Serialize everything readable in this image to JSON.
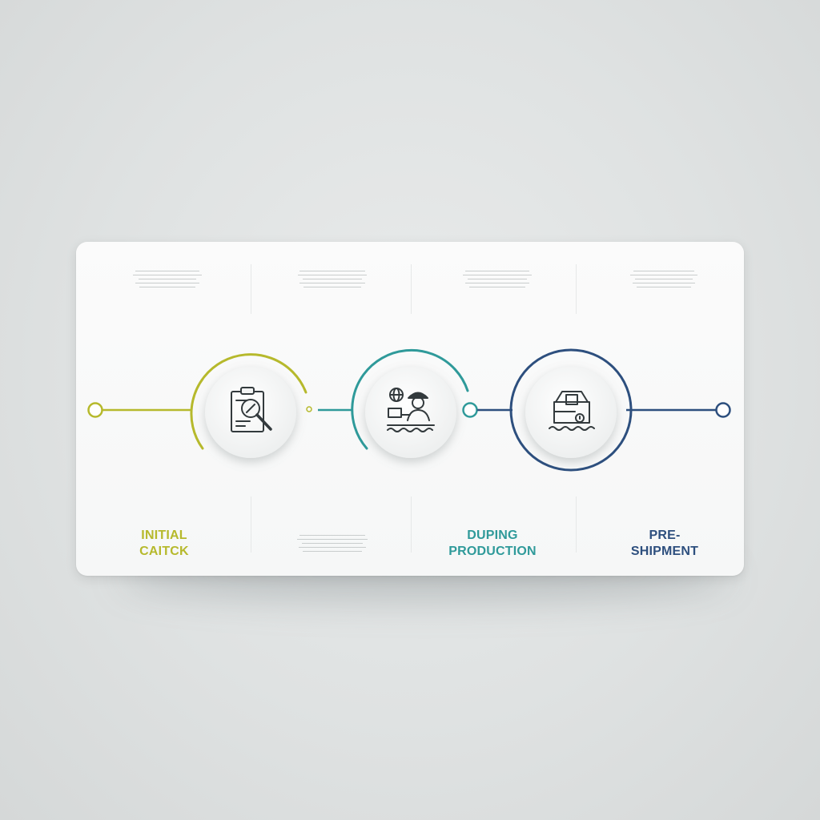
{
  "stages": [
    {
      "id": "initial",
      "label_line1": "INITIAL",
      "label_line2": "CAITCK",
      "color": "#b6b92c",
      "icon": "clipboard-magnifier-icon"
    },
    {
      "id": "during",
      "label_line1": "",
      "label_line2": "",
      "color": "#2f9a9a",
      "icon": "worker-globe-icon"
    },
    {
      "id": "production",
      "label_line1": "DUPING",
      "label_line2": "PRODUCTION",
      "color": "#2f9a9a",
      "icon": "package-box-icon"
    },
    {
      "id": "pre-shipment",
      "label_line1": "PRE-",
      "label_line2": "SHIPMENT",
      "color": "#2d4f7e",
      "icon": ""
    }
  ],
  "colors": {
    "stage1": "#b6b92c",
    "stage2": "#2f9a9a",
    "stage3": "#2d4f7e",
    "background": "#e2e5e5",
    "card": "#f8f9f9"
  }
}
